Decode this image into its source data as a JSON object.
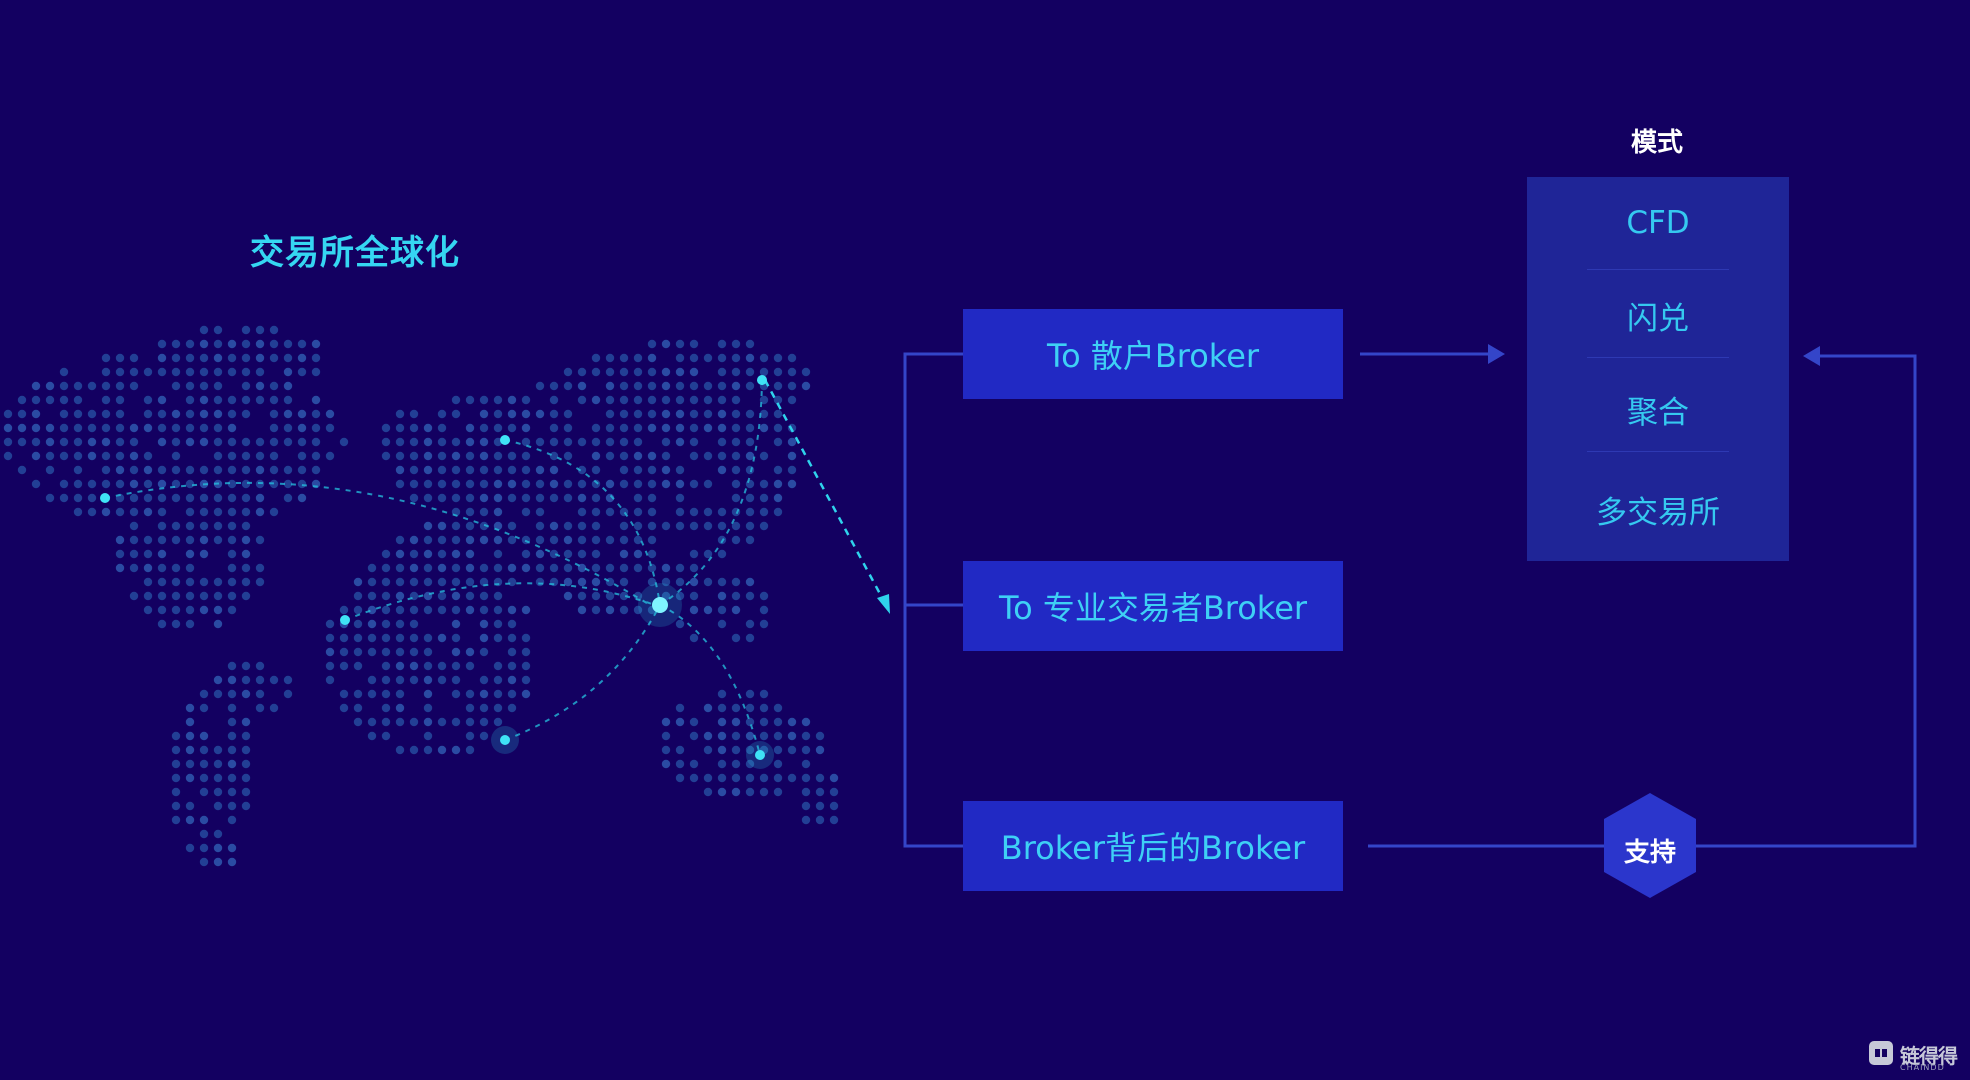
{
  "globe": {
    "title": "交易所全球化"
  },
  "brokers": {
    "retail": "To 散户Broker",
    "pro": "To 专业交易者Broker",
    "behind": "Broker背后的Broker"
  },
  "modes": {
    "label": "模式",
    "items": [
      "CFD",
      "闪兑",
      "聚合",
      "多交易所"
    ]
  },
  "support": {
    "label": "支持"
  },
  "watermark": {
    "main": "链得得",
    "sub": "CHAINDD"
  },
  "colors": {
    "background": "#130061",
    "box": "#2129c4",
    "box_text": "#3ed0f5",
    "panel": "#1f2597",
    "connector": "#3445c9",
    "accent": "#35d6f2"
  }
}
